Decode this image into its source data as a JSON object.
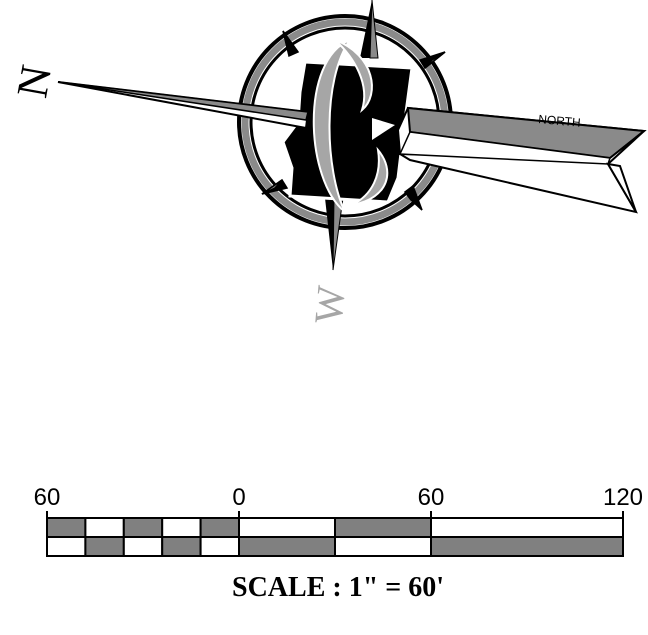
{
  "compass": {
    "north_label": "NORTH",
    "n_letter": "N",
    "w_letter": "W"
  },
  "scale_bar": {
    "tick_labels": [
      "60",
      "0",
      "60",
      "120"
    ],
    "caption": "SCALE : 1\" = 60'"
  },
  "colors": {
    "ink": "#000000",
    "gray": "#808080",
    "light_gray": "#a6a6a6",
    "paper": "#ffffff"
  }
}
